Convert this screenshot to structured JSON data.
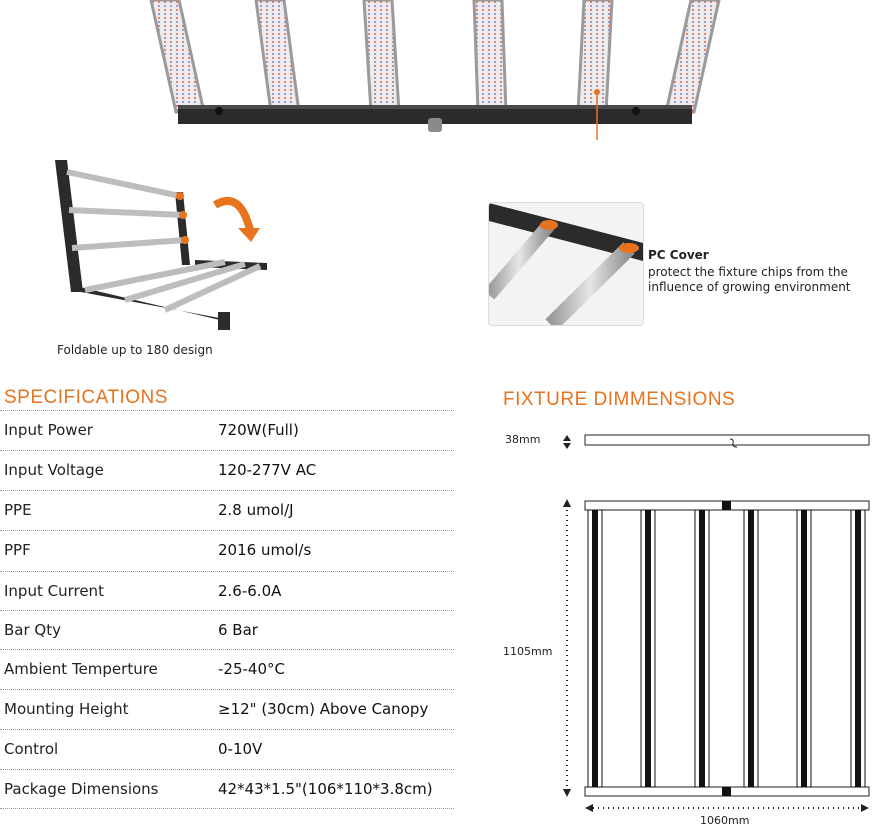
{
  "foldable_caption": "Foldable up to 180 design",
  "pc_cover": {
    "title": "PC Cover",
    "description_line1": "protect the fixture chips from the",
    "description_line2": "influence of growing environment"
  },
  "specifications": {
    "title": "SPECIFICATIONS",
    "rows": [
      {
        "label": "Input Power",
        "value": "720W(Full)"
      },
      {
        "label": "Input Voltage",
        "value": "120-277V AC"
      },
      {
        "label": "PPE",
        "value": "2.8 umol/J"
      },
      {
        "label": "PPF",
        "value": "2016 umol/s"
      },
      {
        "label": "Input Current",
        "value": "2.6-6.0A"
      },
      {
        "label": "Bar Qty",
        "value": "6 Bar"
      },
      {
        "label": "Ambient Temperture",
        "value": "-25-40°C"
      },
      {
        "label": "Mounting Height",
        "value": "≥12\" (30cm) Above Canopy"
      },
      {
        "label": "Control",
        "value": "0-10V"
      },
      {
        "label": "Package Dimensions",
        "value": "42*43*1.5\"(106*110*3.8cm)"
      }
    ]
  },
  "fixture": {
    "title": "FIXTURE DIMMENSIONS",
    "thickness": "38mm",
    "height": "1105mm",
    "width": "1060mm"
  },
  "colors": {
    "accent": "#e8731e",
    "frame": "#2b2b2b",
    "bar_silver": "#c9c9c9"
  }
}
